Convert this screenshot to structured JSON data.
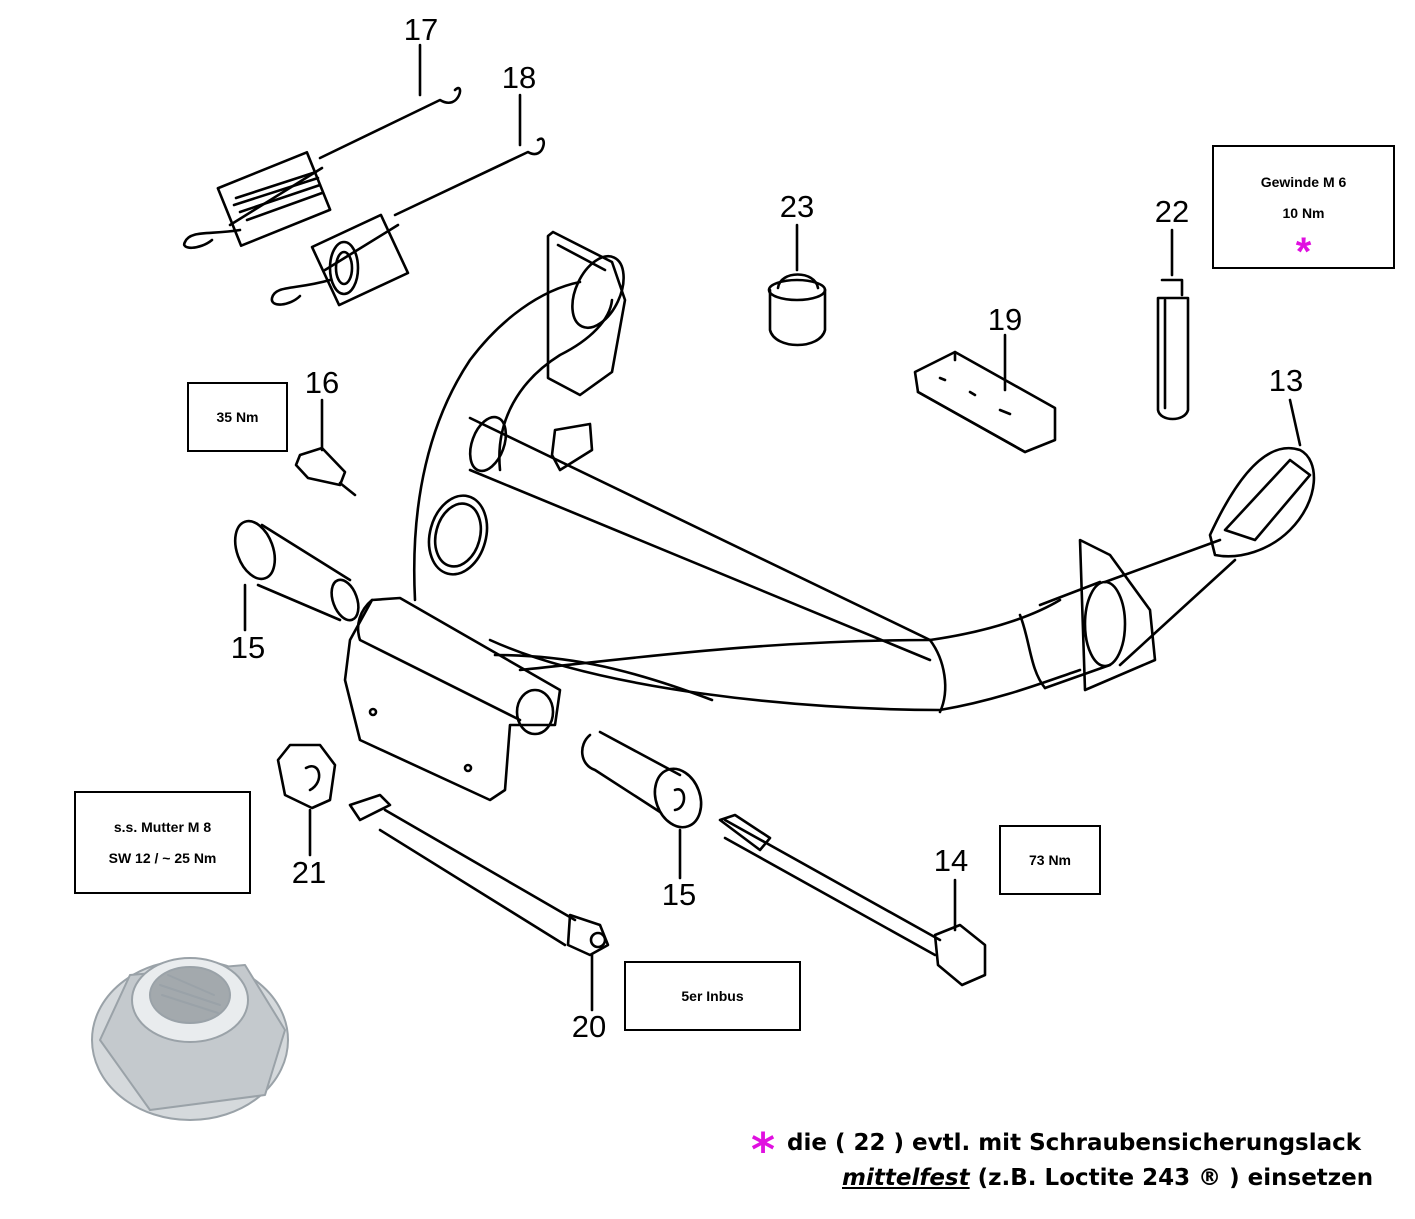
{
  "parts": {
    "p13": "13",
    "p14": "14",
    "p15a": "15",
    "p15b": "15",
    "p16": "16",
    "p17": "17",
    "p18": "18",
    "p19": "19",
    "p20": "20",
    "p21": "21",
    "p22": "22",
    "p23": "23"
  },
  "boxes": {
    "thread": {
      "line1": "Gewinde M 6",
      "line2": "10 Nm",
      "marker": "*"
    },
    "torque16": {
      "text": "35 Nm"
    },
    "nut": {
      "line1": "s.s. Mutter M 8",
      "line2": "SW 12 / ~ 25 Nm"
    },
    "torque14": {
      "text": "73 Nm"
    },
    "hex": {
      "text": "5er Inbus"
    }
  },
  "footnote": {
    "marker": "*",
    "line1": "die ( 22 ) evtl. mit Schraubensicherungslack",
    "line2_emph": "mittelfest",
    "line2_rest": " (z.B. Loctite 243 ® ) einsetzen"
  },
  "colors": {
    "marker": "#e010e0"
  }
}
